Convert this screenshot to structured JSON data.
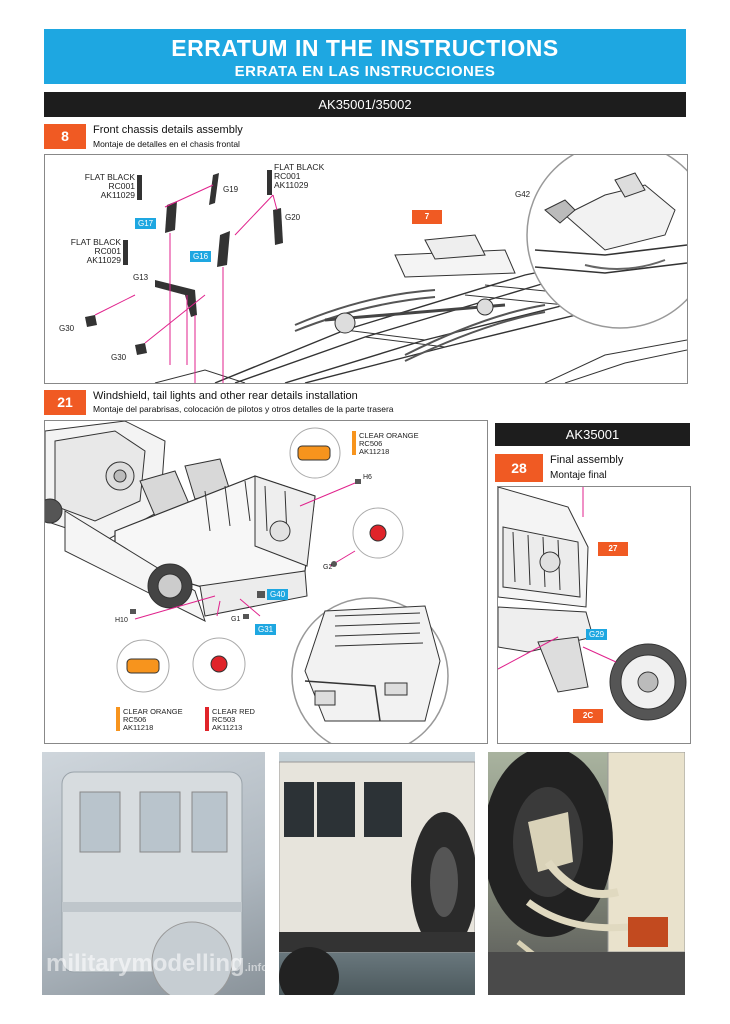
{
  "banner": {
    "title": "ERRATUM IN THE INSTRUCTIONS",
    "subtitle": "ERRATA EN LAS INSTRUCCIONES"
  },
  "kit_bar": {
    "label": "AK35001/35002"
  },
  "step8": {
    "number": "8",
    "title": "Front chassis details assembly",
    "subtitle": "Montaje de detalles en el chasis frontal",
    "paint1": {
      "name": "FLAT BLACK",
      "code1": "RC001",
      "code2": "AK11029"
    },
    "paint2": {
      "name": "FLAT BLACK",
      "code1": "RC001",
      "code2": "AK11029"
    },
    "paint3": {
      "name": "FLAT BLACK",
      "code1": "RC001",
      "code2": "AK11029"
    },
    "parts": {
      "g19": "G19",
      "g20": "G20",
      "g13": "G13",
      "g30a": "G30",
      "g30b": "G30",
      "g42": "G42"
    },
    "blue_tags": {
      "g17": "G17",
      "g16": "G16"
    },
    "ref_step": "7"
  },
  "step21": {
    "number": "21",
    "title": "Windshield, tail lights and other rear details installation",
    "subtitle": "Montaje del parabrisas, colocación de pilotos y otros detalles de la parte trasera",
    "paint_top": {
      "name": "CLEAR ORANGE",
      "code1": "RC506",
      "code2": "AK11218"
    },
    "paint_left": {
      "name": "CLEAR ORANGE",
      "code1": "RC506",
      "code2": "AK11218"
    },
    "paint_right": {
      "name": "CLEAR RED",
      "code1": "RC503",
      "code2": "AK11213"
    },
    "parts": {
      "h6": "H6",
      "g2": "G2",
      "h10": "H10",
      "g1": "G1"
    },
    "blue_tags": {
      "g40": "G40",
      "g31": "G31"
    }
  },
  "kit_bar2": {
    "label": "AK35001"
  },
  "step28": {
    "number": "28",
    "title": "Final assembly",
    "subtitle": "Montaje final",
    "ref1": "27",
    "ref2": "2C",
    "blue_tag": "G29"
  },
  "watermark": {
    "text": "militarymodelling",
    "suffix": ".info"
  },
  "colors": {
    "accent_blue": "#1ea7e1",
    "accent_orange": "#f05a23",
    "bar": "#1d1d1d",
    "clear_orange": "#f7941d",
    "clear_red": "#e0242a"
  }
}
